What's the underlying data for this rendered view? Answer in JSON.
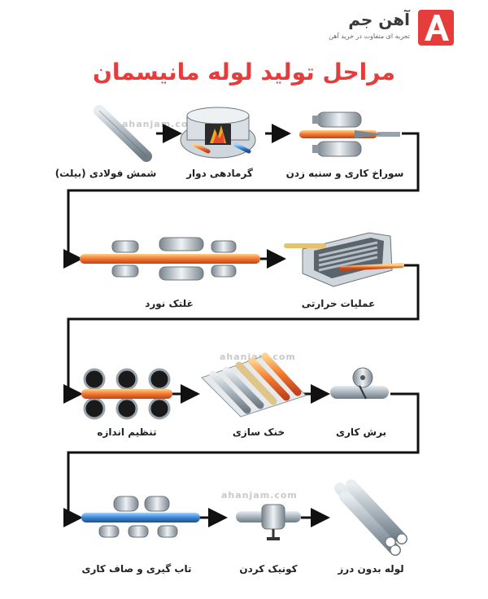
{
  "brand": {
    "name": "آهن جم",
    "tagline": "تجربه ای متفاوت در خرید آهن",
    "watermark": "ahanjam.com",
    "logo_text": "A"
  },
  "title": "مراحل تولید لوله مانیسمان",
  "steps": [
    {
      "id": "billet",
      "label": "شمش فولادی (بیلت)"
    },
    {
      "id": "rotary-furnace",
      "label": "گرمادهی دوار"
    },
    {
      "id": "piercing",
      "label": "سوراخ کاری و سنبه زدن"
    },
    {
      "id": "rolling-mill",
      "label": "غلتک نورد"
    },
    {
      "id": "heat-treatment",
      "label": "عملیات حرارتی"
    },
    {
      "id": "sizing",
      "label": "تنظیم اندازه"
    },
    {
      "id": "cooling",
      "label": "خنک سازی"
    },
    {
      "id": "cutting",
      "label": "برش کاری"
    },
    {
      "id": "straightening",
      "label": "تاب گیری و صاف کاری"
    },
    {
      "id": "tapering",
      "label": "کونیک کردن"
    },
    {
      "id": "seamless-pipe",
      "label": "لوله بدون درز"
    }
  ],
  "colors": {
    "accent": "#e53c3c",
    "hot": "#f08a3c",
    "cold": "#3a86d6",
    "steel": "#b9c3cc",
    "connector": "#111111"
  }
}
